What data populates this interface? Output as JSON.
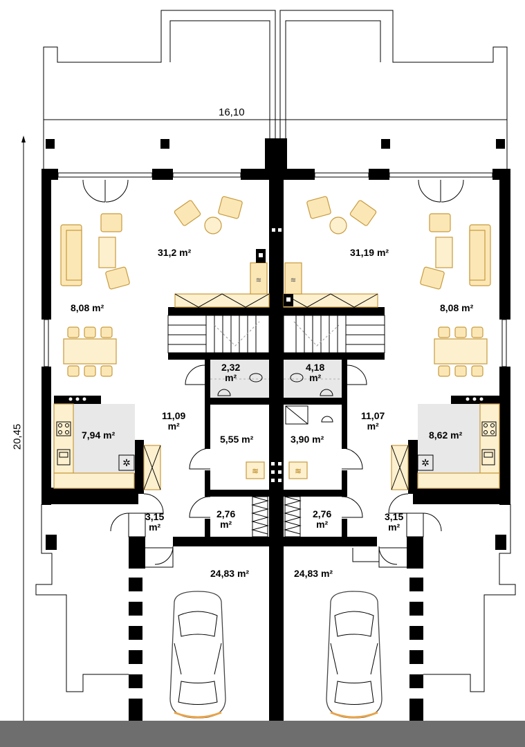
{
  "dimensions": {
    "width_label": "16,10",
    "height_label": "20,45"
  },
  "rooms": {
    "living_left": {
      "value": "31,2",
      "unit": "m²"
    },
    "living_right": {
      "value": "31,19",
      "unit": "m²"
    },
    "dining_left": {
      "value": "8,08",
      "unit": "m²"
    },
    "dining_right": {
      "value": "8,08",
      "unit": "m²"
    },
    "wc_left": {
      "value": "2,32",
      "unit": "m²"
    },
    "wc_right": {
      "value": "4,18",
      "unit": "m²"
    },
    "hall_left": {
      "value": "11,09",
      "unit": "m²"
    },
    "hall_right": {
      "value": "11,07",
      "unit": "m²"
    },
    "kitchen_left": {
      "value": "7,94",
      "unit": "m²"
    },
    "kitchen_right": {
      "value": "8,62",
      "unit": "m²"
    },
    "boiler_left": {
      "value": "5,55",
      "unit": "m²"
    },
    "boiler_right": {
      "value": "3,90",
      "unit": "m²"
    },
    "vestibule_left": {
      "value": "3,15",
      "unit": "m²"
    },
    "vestibule_right": {
      "value": "3,15",
      "unit": "m²"
    },
    "wardrobe_left": {
      "value": "2,76",
      "unit": "m²"
    },
    "wardrobe_right": {
      "value": "2,76",
      "unit": "m²"
    },
    "garage_left": {
      "value": "24,83",
      "unit": "m²"
    },
    "garage_right": {
      "value": "24,83",
      "unit": "m²"
    }
  },
  "colors": {
    "wall": "#000000",
    "furniture_fill": "#fbe7b6",
    "furniture_stroke": "#c79a3c",
    "wet_room_fill": "#e8e8e8"
  },
  "icons": [
    "sofa-icon",
    "armchair-icon",
    "dining-table-icon",
    "stove-icon",
    "sink-icon",
    "toilet-icon",
    "shower-icon",
    "car-icon",
    "boiler-icon",
    "staircase-icon"
  ]
}
